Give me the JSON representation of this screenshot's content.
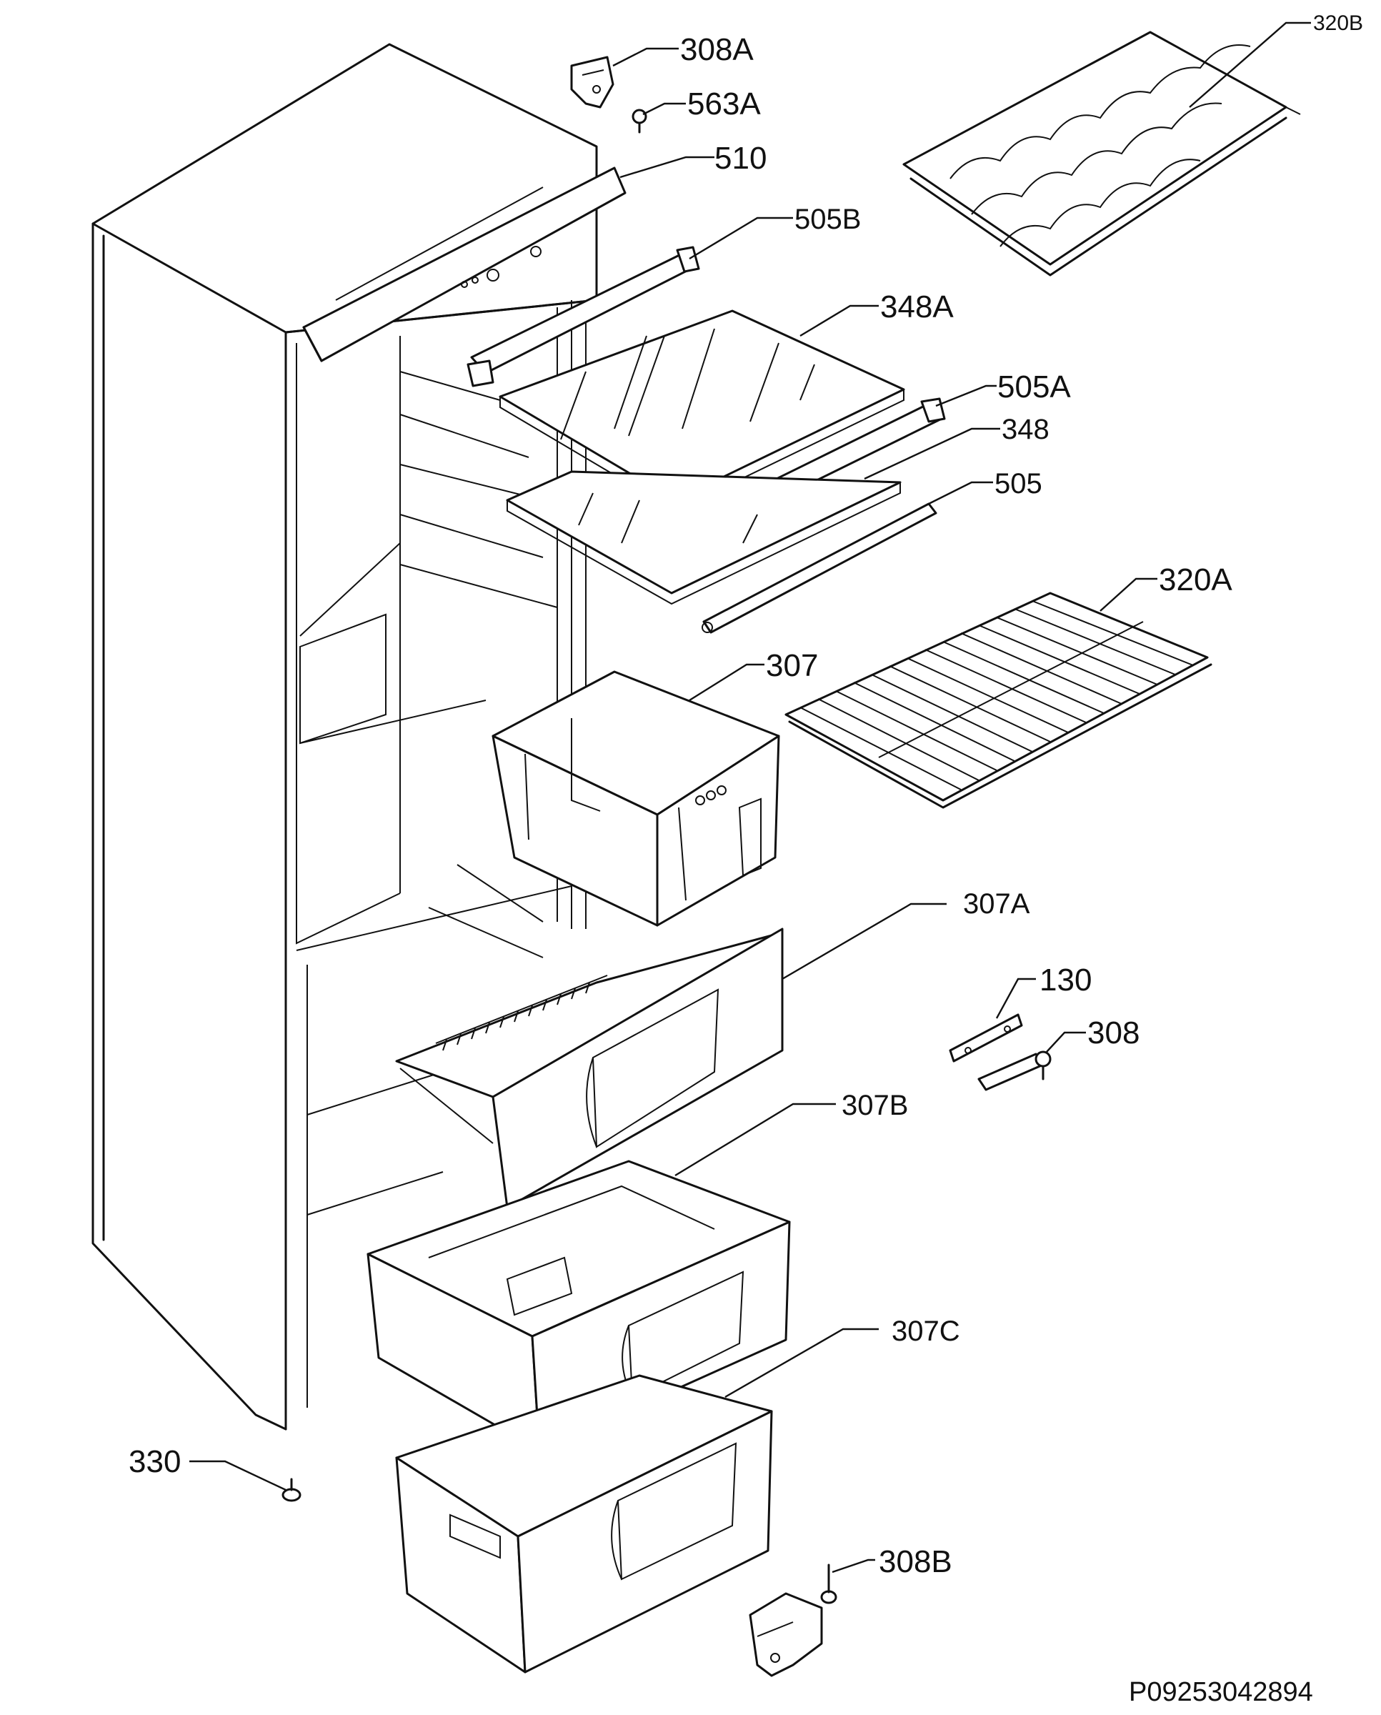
{
  "labels": {
    "p308A": "308A",
    "p563A": "563A",
    "p510": "510",
    "p505B": "505B",
    "p348A": "348A",
    "p505A": "505A",
    "p348": "348",
    "p505": "505",
    "p320B": "320B",
    "p320A": "320A",
    "p307": "307",
    "p307A": "307A",
    "p130": "130",
    "p308": "308",
    "p307B": "307B",
    "p307C": "307C",
    "p330": "330",
    "p308B": "308B"
  },
  "reference": "P09253042894"
}
